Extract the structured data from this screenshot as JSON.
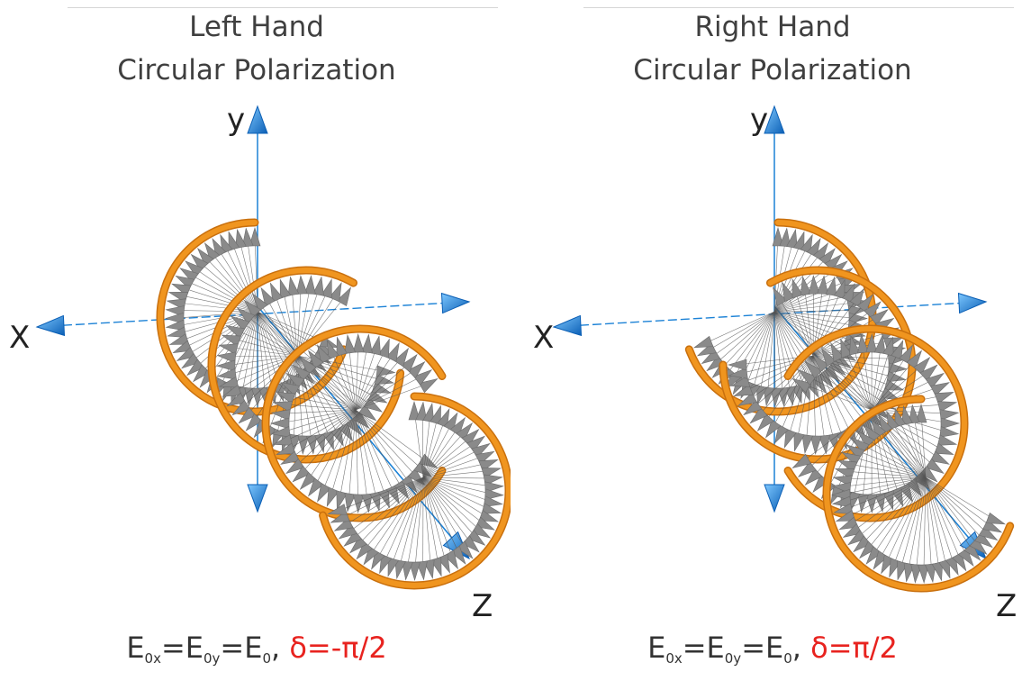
{
  "panels": [
    {
      "id": "left",
      "title_line1": "Left Hand",
      "title_line2": "Circular Polarization",
      "axes": {
        "y": "y",
        "x": "X",
        "z": "Z"
      },
      "formula": {
        "e0x": "E",
        "e0x_sub": "0x",
        "e0y": "E",
        "e0y_sub": "0y",
        "e0": "E",
        "e0_sub": "0",
        "delta": "δ=-π/2"
      }
    },
    {
      "id": "right",
      "title_line1": "Right Hand",
      "title_line2": "Circular Polarization",
      "axes": {
        "y": "y",
        "x": "X",
        "z": "Z"
      },
      "formula": {
        "e0x": "E",
        "e0x_sub": "0x",
        "e0y": "E",
        "e0y_sub": "0y",
        "e0": "E",
        "e0_sub": "0",
        "delta": "δ=π/2"
      }
    }
  ],
  "colors": {
    "ring": "#f0951f",
    "ring_dark": "#c9700e",
    "arrow": "#8a8a8a",
    "axis": "#1c82d6",
    "delta": "#e8231f"
  },
  "icons": {
    "ring": "orange-helix-ring",
    "vector": "gray-field-vector-arrow",
    "axis_arrow": "blue-axis-arrowhead"
  }
}
